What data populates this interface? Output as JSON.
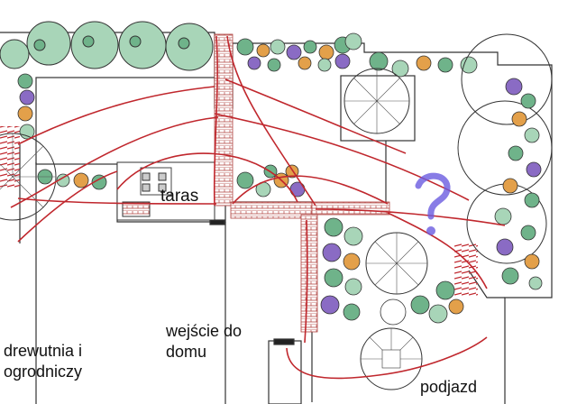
{
  "labels": {
    "terrace": "taras",
    "entrance_line1": "wejście do",
    "entrance_line2": "domu",
    "woodshed_line1": "drewutnia i",
    "woodshed_line2": "ogrodniczy",
    "driveway": "podjazd"
  },
  "colors": {
    "paths": "#c0272d",
    "outline": "#333333",
    "brick": "#b0413e",
    "shrub_green": "#6fb38a",
    "shrub_light": "#a8d5b8",
    "flower_purple": "#8a6bc4",
    "flower_orange": "#e3a04a",
    "question_mark": "#6a5be0"
  },
  "symbols": [
    "tree-canopy",
    "shrub",
    "flowerbed",
    "brick-path",
    "terrace",
    "steps",
    "question-mark"
  ]
}
